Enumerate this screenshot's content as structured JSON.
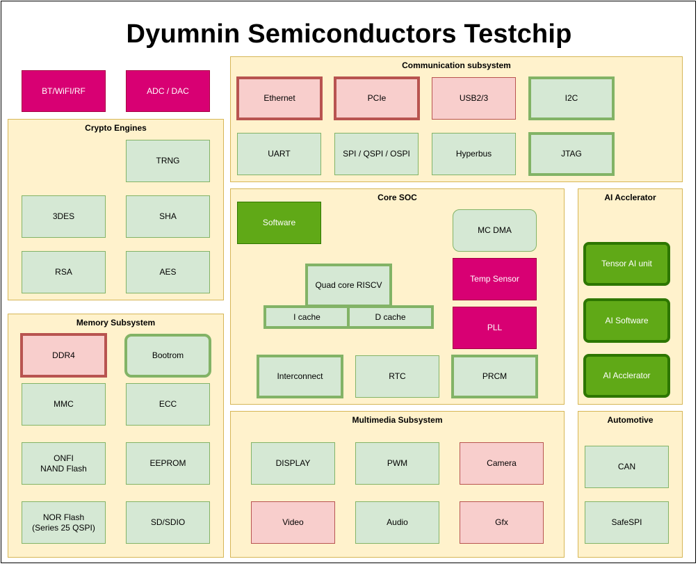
{
  "title": "Dyumnin Semiconductors Testchip",
  "standalone": {
    "bt": "BT/WiFI/RF",
    "adc": "ADC / DAC"
  },
  "comm": {
    "label": "Communication subsystem",
    "ethernet": "Ethernet",
    "pcie": "PCIe",
    "usb": "USB2/3",
    "i2c": "I2C",
    "uart": "UART",
    "spi": "SPI / QSPI / OSPI",
    "hyperbus": "Hyperbus",
    "jtag": "JTAG"
  },
  "crypto": {
    "label": "Crypto Engines",
    "trng": "TRNG",
    "des": "3DES",
    "sha": "SHA",
    "rsa": "RSA",
    "aes": "AES"
  },
  "core": {
    "label": "Core SOC",
    "software": "Software",
    "mcdma": "MC DMA",
    "riscv": "Quad core RISCV",
    "icache": "I cache",
    "dcache": "D cache",
    "temp": "Temp Sensor",
    "pll": "PLL",
    "interconnect": "Interconnect",
    "rtc": "RTC",
    "prcm": "PRCM"
  },
  "ai": {
    "label": "AI Acclerator",
    "tensor": "Tensor AI unit",
    "software": "AI Software",
    "accel": "AI Acclerator"
  },
  "memory": {
    "label": "Memory Subsystem",
    "ddr4": "DDR4",
    "bootrom": "Bootrom",
    "mmc": "MMC",
    "ecc": "ECC",
    "onfi": "ONFI\nNAND Flash",
    "eeprom": "EEPROM",
    "nor": "NOR Flash\n(Series 25 QSPI)",
    "sdio": "SD/SDIO"
  },
  "multimedia": {
    "label": "Multimedia Subsystem",
    "display": "DISPLAY",
    "pwm": "PWM",
    "camera": "Camera",
    "video": "Video",
    "audio": "Audio",
    "gfx": "Gfx"
  },
  "automotive": {
    "label": "Automotive",
    "can": "CAN",
    "safespi": "SafeSPI"
  },
  "colors": {
    "group_fill": "#fff2cc",
    "group_border": "#d6b656",
    "green_fill": "#d5e8d4",
    "green_border": "#82b366",
    "red_fill": "#f8cecc",
    "red_border": "#b85450",
    "magenta_fill": "#d80073",
    "dark_green_fill": "#60a917",
    "dark_green_border": "#2d7600"
  }
}
